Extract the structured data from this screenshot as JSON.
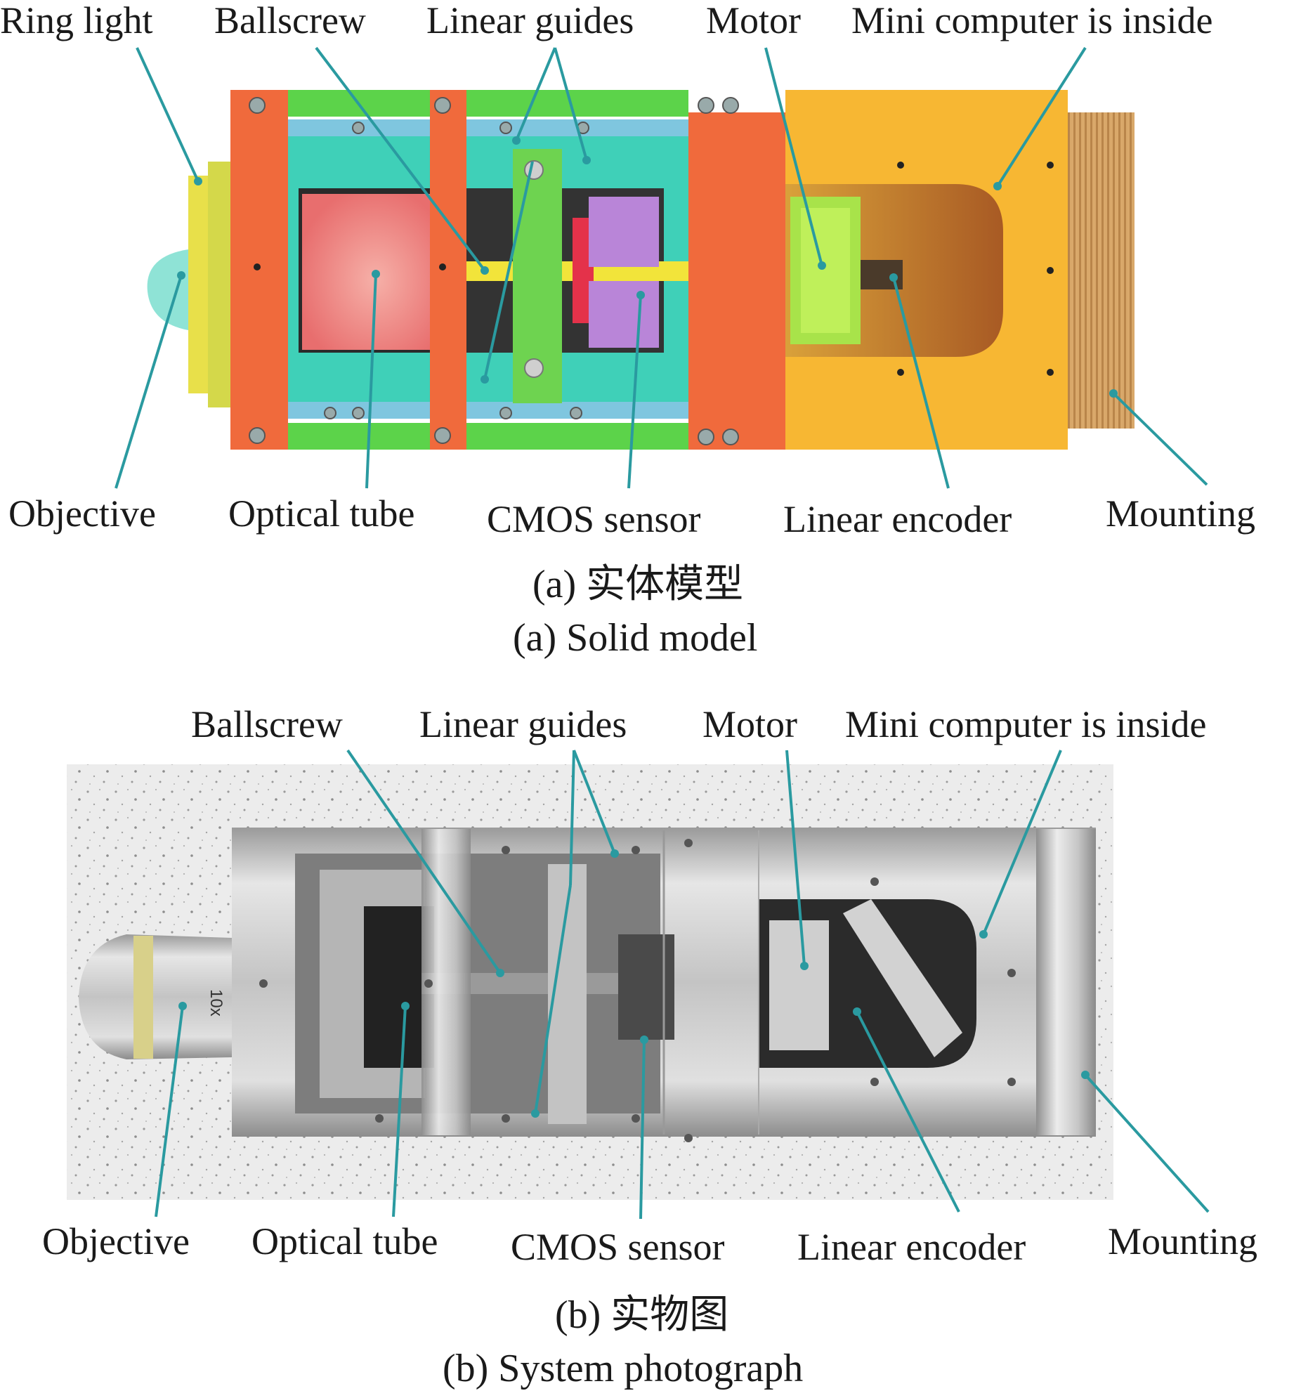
{
  "panel_a": {
    "labels_top": [
      "Ring light",
      "Ballscrew",
      "Linear guides",
      "Motor",
      "Mini computer is inside"
    ],
    "labels_bottom": [
      "Objective",
      "Optical tube",
      "CMOS sensor",
      "Linear encoder",
      "Mounting"
    ],
    "caption_zh": "(a) 实体模型",
    "caption_en": "(a) Solid model"
  },
  "panel_b": {
    "labels_top": [
      "Ballscrew",
      "Linear guides",
      "Motor",
      "Mini computer is inside"
    ],
    "labels_bottom": [
      "Objective",
      "Optical tube",
      "CMOS sensor",
      "Linear encoder",
      "Mounting"
    ],
    "lens_text": "10x",
    "caption_zh": "(b) 实物图",
    "caption_en": "(b) System photograph"
  },
  "colors": {
    "leader": "#2a9aa0",
    "orange": "#f06a3c",
    "green": "#5cd34a",
    "teal": "#3fd0b8",
    "yellow_housing": "#f7b733",
    "pink": "#f08a8a",
    "purple": "#b985d8",
    "metal": "#c8c8c8"
  }
}
